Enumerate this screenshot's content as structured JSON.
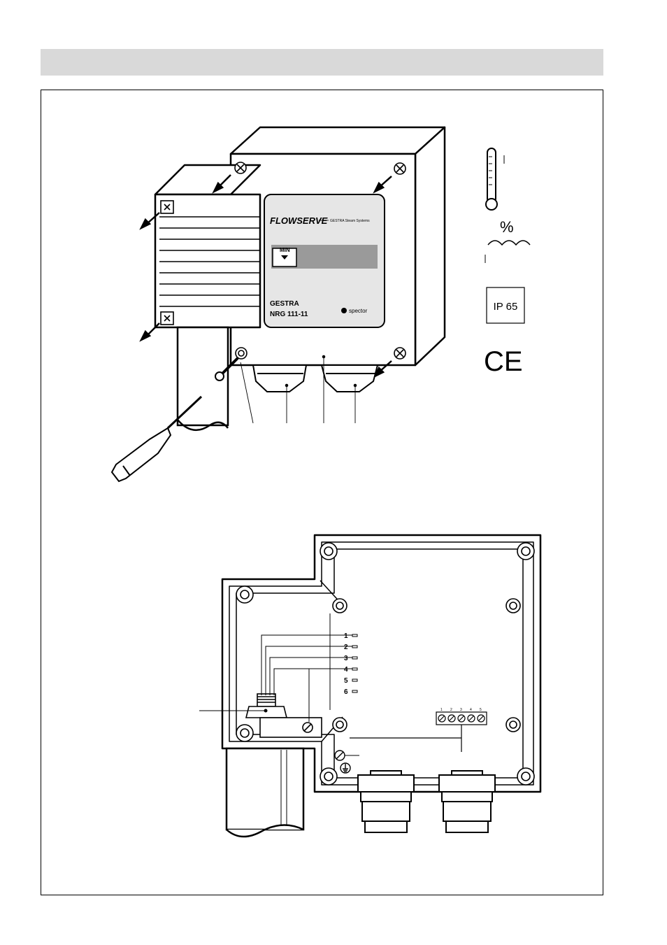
{
  "panel": {
    "brand": "FLOWSERVE",
    "tagline": "GESTRA Steam Systems",
    "min_label": "MIN",
    "product_name": "GESTRA",
    "model": "NRG 111-11",
    "spector": "spector"
  },
  "symbols": {
    "humidity": "%",
    "ip_rating": "IP 65",
    "ce_mark": "CE"
  },
  "wiring": {
    "wire_numbers": [
      "1",
      "2",
      "3",
      "4",
      "5",
      "6"
    ],
    "terminal_numbers": [
      "1",
      "2",
      "3",
      "4",
      "5"
    ]
  }
}
